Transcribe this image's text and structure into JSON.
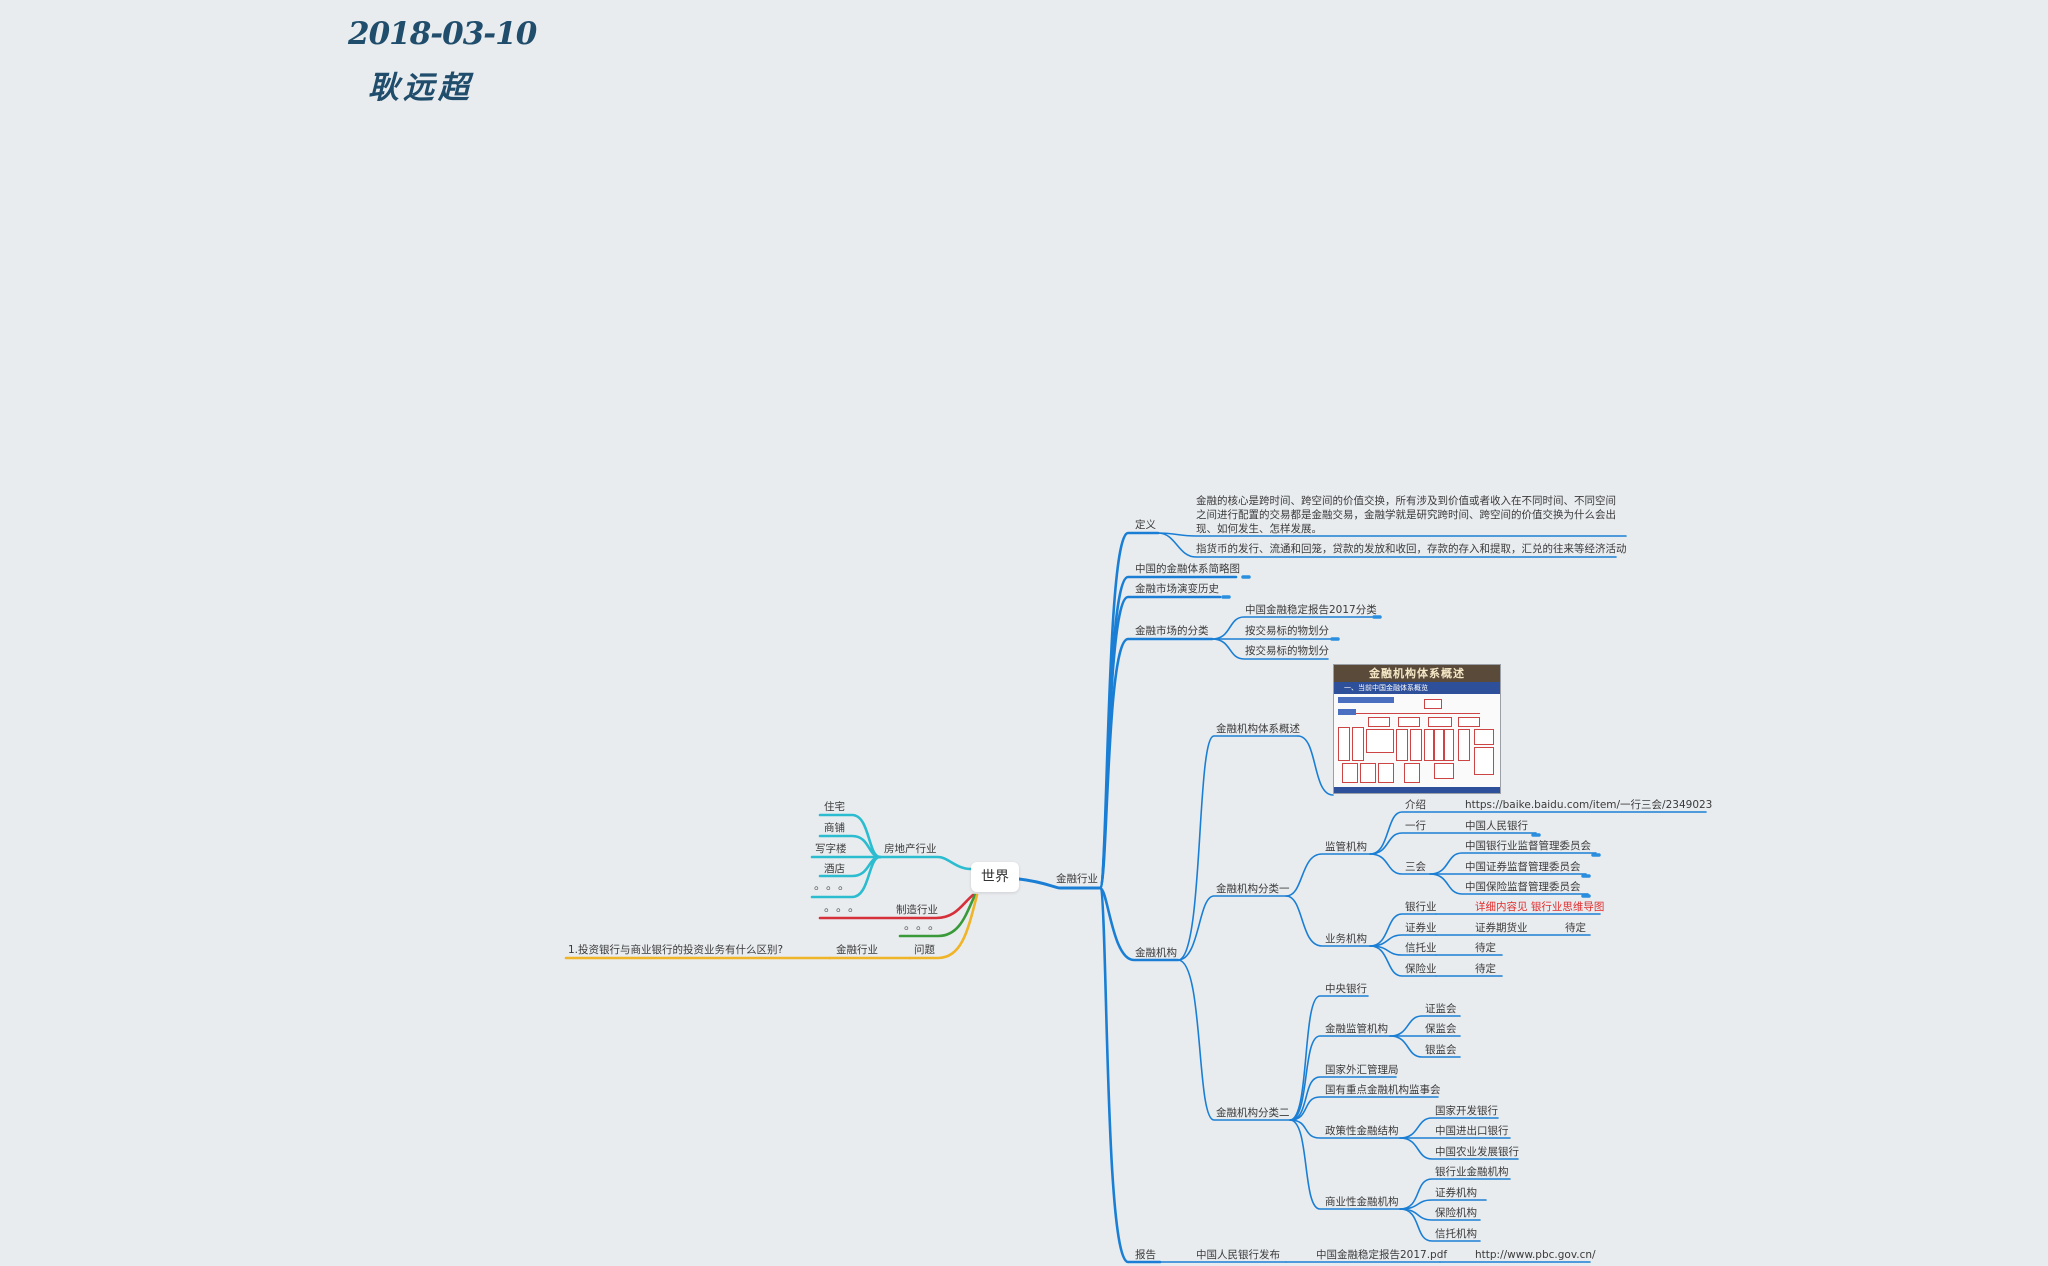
{
  "header": {
    "date": "2018-03-10",
    "author": "耿远超"
  },
  "root": "世界",
  "left": {
    "real_estate": {
      "label": "房地产行业",
      "items": [
        "住宅",
        "商铺",
        "写字楼",
        "酒店",
        "。。。"
      ]
    },
    "manufacturing": {
      "label": "制造行业",
      "items": [
        "。。。"
      ]
    },
    "other": {
      "label": "。。。"
    },
    "question": {
      "label": "问题",
      "topic": "金融行业",
      "item": "1.投资银行与商业银行的投资业务有什么区别?"
    }
  },
  "finance": {
    "label": "金融行业",
    "definition": {
      "label": "定义",
      "items": [
        "金融的核心是跨时间、跨空间的价值交换，所有涉及到价值或者收入在不同时间、不同空间之间进行配置的交易都是金融交易，金融学就是研究跨时间、跨空间的价值交换为什么会出现、如何发生、怎样发展。",
        "指货币的发行、流通和回笼，贷款的发放和收回，存款的存入和提取，汇兑的往来等经济活动"
      ]
    },
    "system_diagram": "中国的金融体系简略图",
    "market_history": "金融市场演变历史",
    "market_class": {
      "label": "金融市场的分类",
      "items": [
        "中国金融稳定报告2017分类",
        "按交易标的物划分",
        "按交易标的物划分"
      ]
    },
    "institutions": {
      "label": "金融机构",
      "overview": {
        "label": "金融机构体系概述",
        "thumb_title": "金融机构体系概述",
        "thumb_sub": "一、当前中国金融体系概览"
      },
      "class1": {
        "label": "金融机构分类一",
        "regulators": {
          "label": "监管机构",
          "intro_label": "介绍",
          "intro_link": "https://baike.baidu.com/item/一行三会/2349023",
          "one_label": "一行",
          "one_value": "中国人民银行",
          "three_label": "三会",
          "three_items": [
            "中国银行业监督管理委员会",
            "中国证券监督管理委员会",
            "中国保险监督管理委员会"
          ]
        },
        "business": {
          "label": "业务机构",
          "bank_label": "银行业",
          "bank_value": "详细内容见 银行业思维导图",
          "securities_label": "证券业",
          "securities_value": "证券期货业",
          "securities_note": "待定",
          "trust_label": "信托业",
          "trust_value": "待定",
          "insurance_label": "保险业",
          "insurance_value": "待定"
        }
      },
      "class2": {
        "label": "金融机构分类二",
        "central_bank": "中央银行",
        "supervision": {
          "label": "金融监管机构",
          "items": [
            "证监会",
            "保监会",
            "银监会"
          ]
        },
        "forex": "国家外汇管理局",
        "state_board": "国有重点金融机构监事会",
        "policy": {
          "label": "政策性金融结构",
          "items": [
            "国家开发银行",
            "中国进出口银行",
            "中国农业发展银行"
          ]
        },
        "commercial": {
          "label": "商业性金融机构",
          "items": [
            "银行业金融机构",
            "证券机构",
            "保险机构",
            "信托机构"
          ]
        }
      }
    },
    "report": {
      "label": "报告",
      "publisher": "中国人民银行发布",
      "file": "中国金融稳定报告2017.pdf",
      "link": "http://www.pbc.gov.cn/"
    }
  },
  "colors": {
    "background": "#e9ecef",
    "finance_branch": "#1a7fd4",
    "real_estate_branch": "#2bbcd0",
    "manufacturing_branch": "#d6303a",
    "other_branch": "#3a9a3a",
    "question_branch": "#f0b429",
    "header": "#1f4d6b"
  }
}
